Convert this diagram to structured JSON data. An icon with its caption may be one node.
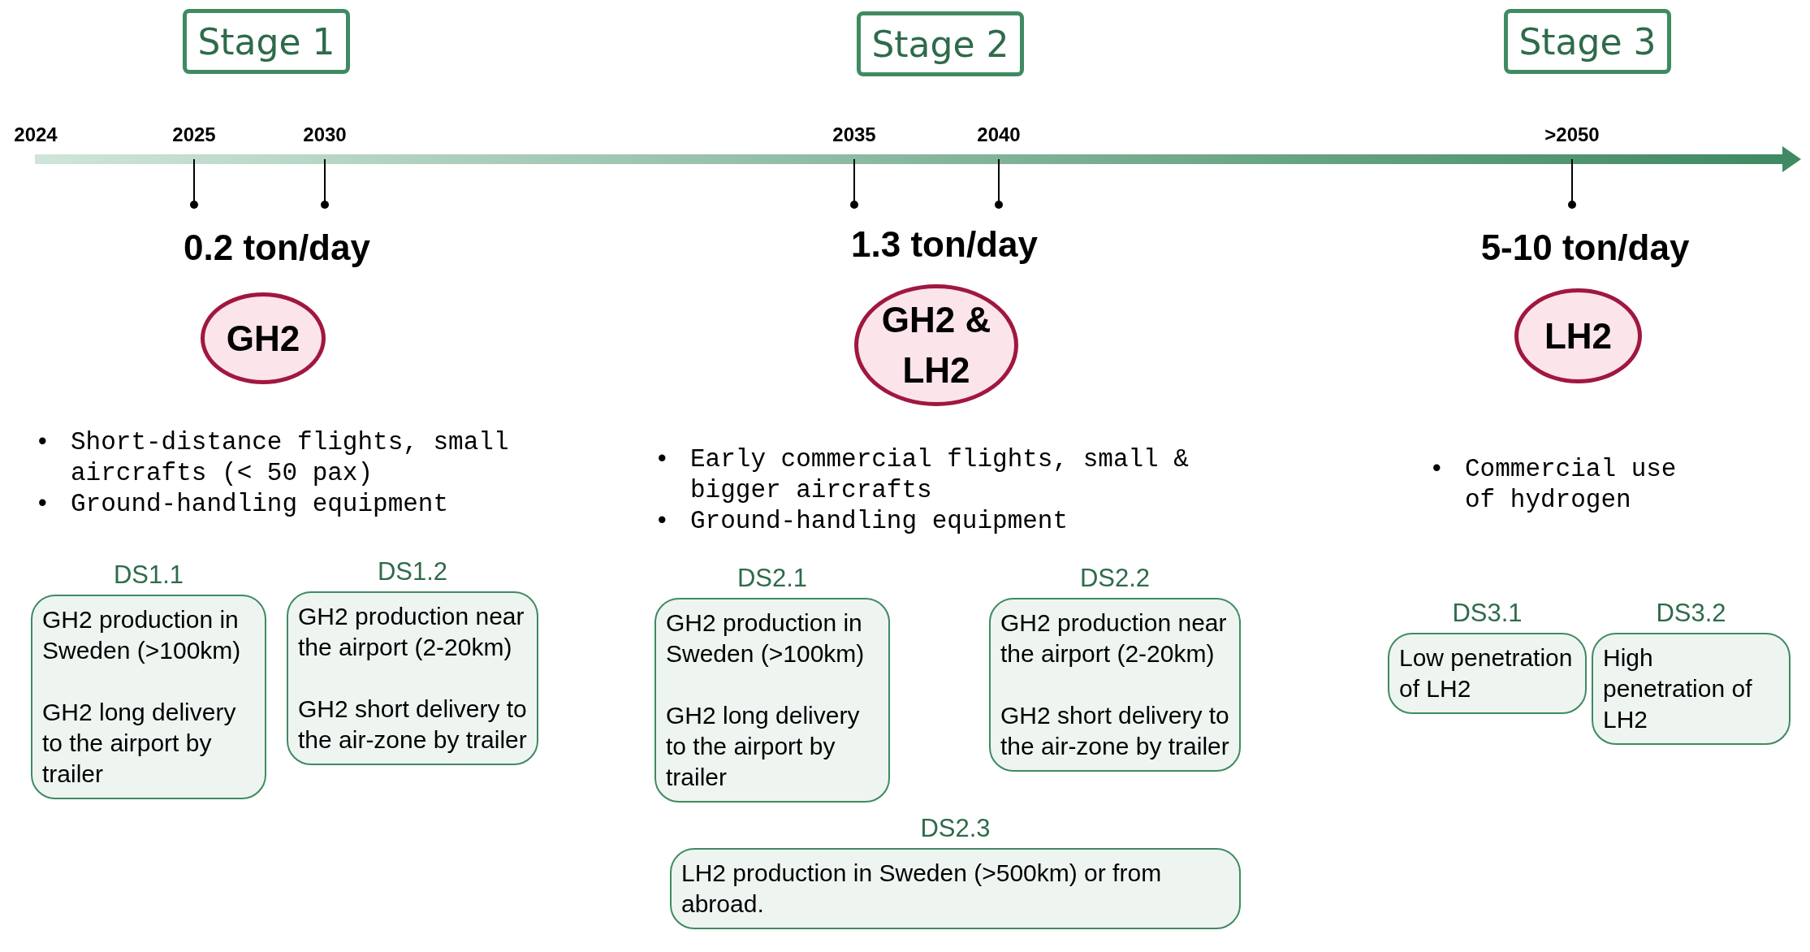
{
  "diagram": {
    "nodes": [
      {
        "text": [
          "Stage 1"
        ]
      },
      {
        "text": [
          "Stage 2"
        ]
      },
      {
        "text": [
          "Stage 3"
        ]
      },
      {
        "text": [
          "GH2"
        ]
      },
      {
        "text": [
          "GH2 & LH2"
        ]
      },
      {
        "text": [
          "LH2"
        ]
      },
      {
        "text": [
          "DS1.1",
          "GH2 production in Sweden (>100km)",
          "GH2 long delivery to the airport by trailer"
        ]
      },
      {
        "text": [
          "DS1.2",
          "GH2 production near the airport (2-20km)",
          "GH2 short delivery to the air-zone by trailer"
        ]
      },
      {
        "text": [
          "DS2.1",
          "GH2 production in Sweden (>100km)",
          "GH2 long delivery to the airport by trailer"
        ]
      },
      {
        "text": [
          "DS2.2",
          "GH2 production near the airport (2-20km)",
          "GH2 short delivery to the air-zone by trailer"
        ]
      },
      {
        "text": [
          "DS2.3",
          "LH2 production in Sweden (>500km) or from abroad."
        ]
      },
      {
        "text": [
          "DS3.1",
          "Low penetration of LH2"
        ]
      },
      {
        "text": [
          "DS3.2",
          "High penetration of LH2"
        ]
      }
    ],
    "labels": [
      "2024",
      "2025",
      "2030",
      "2035",
      "2040",
      ">2050",
      "0.2 ton/day",
      "1.3 ton/day",
      "5-10 ton/day",
      "•",
      "Short-distance flights, small aircrafts (< 50 pax)",
      "•",
      "Ground-handling equipment",
      "•",
      "Early commercial flights, small & bigger aircrafts",
      "•",
      "Ground-handling equipment",
      "•",
      "Commercial use of hydrogen"
    ]
  }
}
